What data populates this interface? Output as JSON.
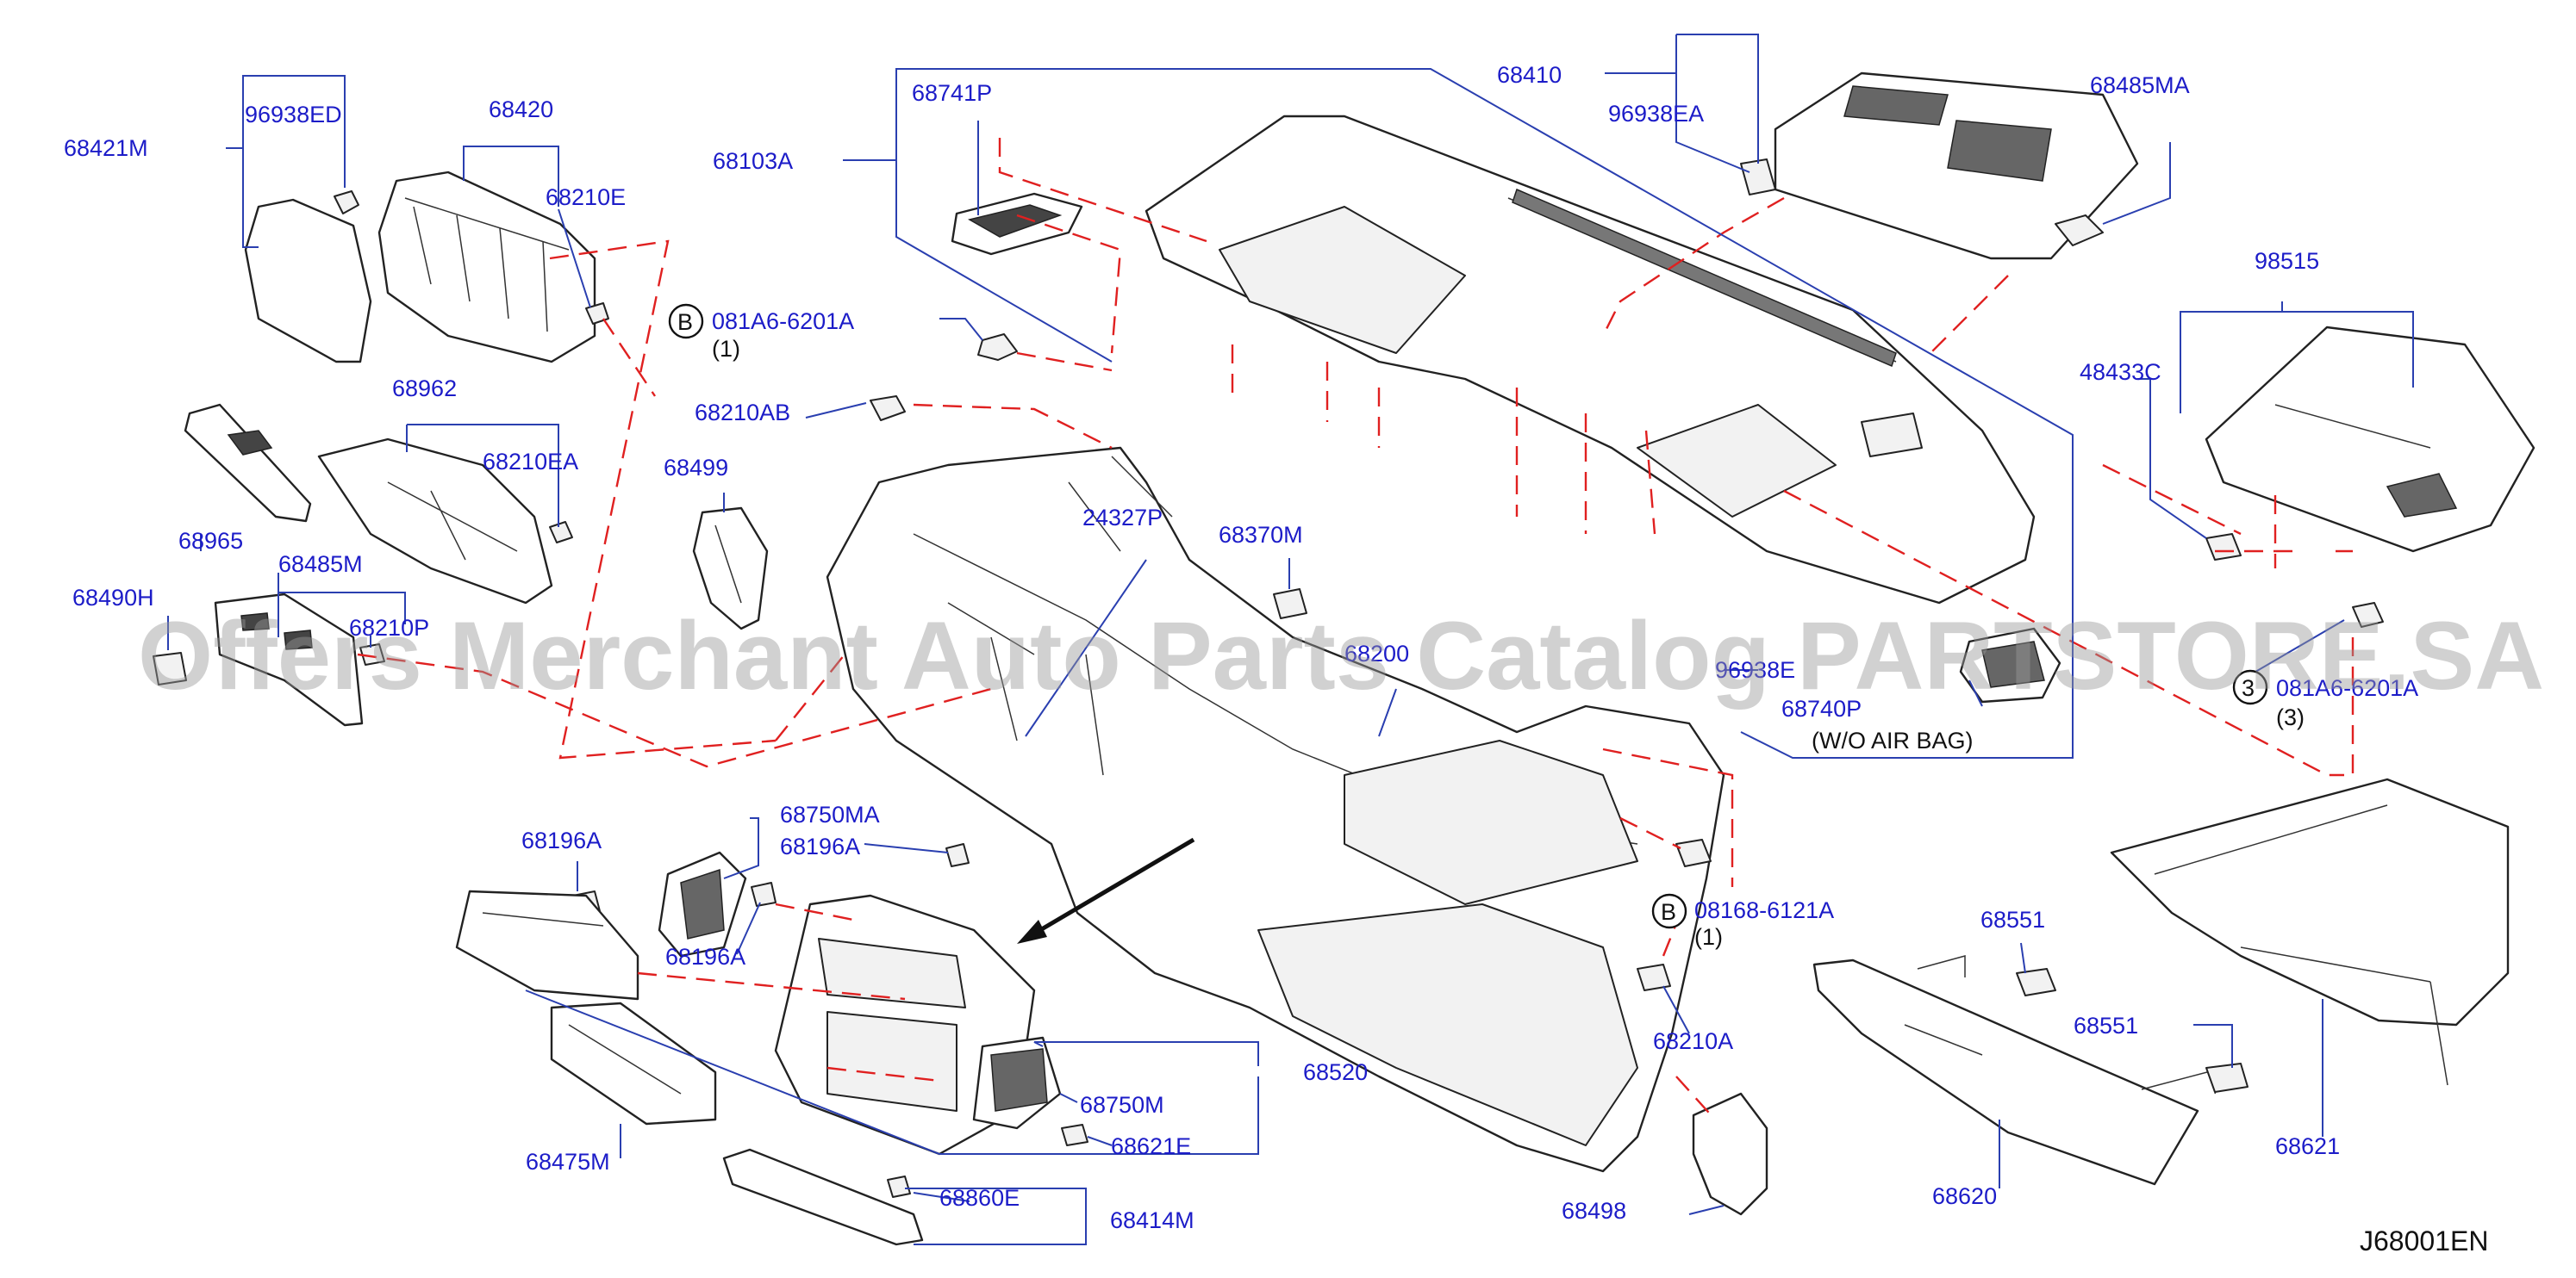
{
  "diagram": {
    "watermark": "Offers Merchant Auto Parts Catalog PARTSTORE.SA",
    "drawing_code": "J68001EN",
    "note_wo_air_bag": "(W/O  AIR  BAG)",
    "bolt_refs": [
      {
        "symbol": "B",
        "part": "081A6-6201A",
        "qty": "(1)"
      },
      {
        "symbol": "3",
        "part": "081A6-6201A",
        "qty": "(3)"
      },
      {
        "symbol": "B",
        "part": "08168-6121A",
        "qty": "(1)"
      }
    ],
    "labels": {
      "p68421M": "68421M",
      "p96938ED": "96938ED",
      "p68420": "68420",
      "p68210E": "68210E",
      "p68962": "68962",
      "p68210EA": "68210EA",
      "p68965": "68965",
      "p68485M": "68485M",
      "p68490H": "68490H",
      "p68210P": "68210P",
      "p68741P": "68741P",
      "p68103A": "68103A",
      "p68210AB": "68210AB",
      "p68499": "68499",
      "p24327P": "24327P",
      "p68370M": "68370M",
      "p68200": "68200",
      "p68410": "68410",
      "p96938EA": "96938EA",
      "p68485MA": "68485MA",
      "p98515": "98515",
      "p48433C": "48433C",
      "p96938E": "96938E",
      "p68740P": "68740P",
      "p68196A_1": "68196A",
      "p68750MA": "68750MA",
      "p68196A_2": "68196A",
      "p68196A_3": "68196A",
      "p68520": "68520",
      "p68750M": "68750M",
      "p68621E": "68621E",
      "p68475M": "68475M",
      "p68860E": "68860E",
      "p68414M": "68414M",
      "p68210A": "68210A",
      "p68498": "68498",
      "p68551_1": "68551",
      "p68551_2": "68551",
      "p68620": "68620",
      "p68621": "68621"
    }
  }
}
